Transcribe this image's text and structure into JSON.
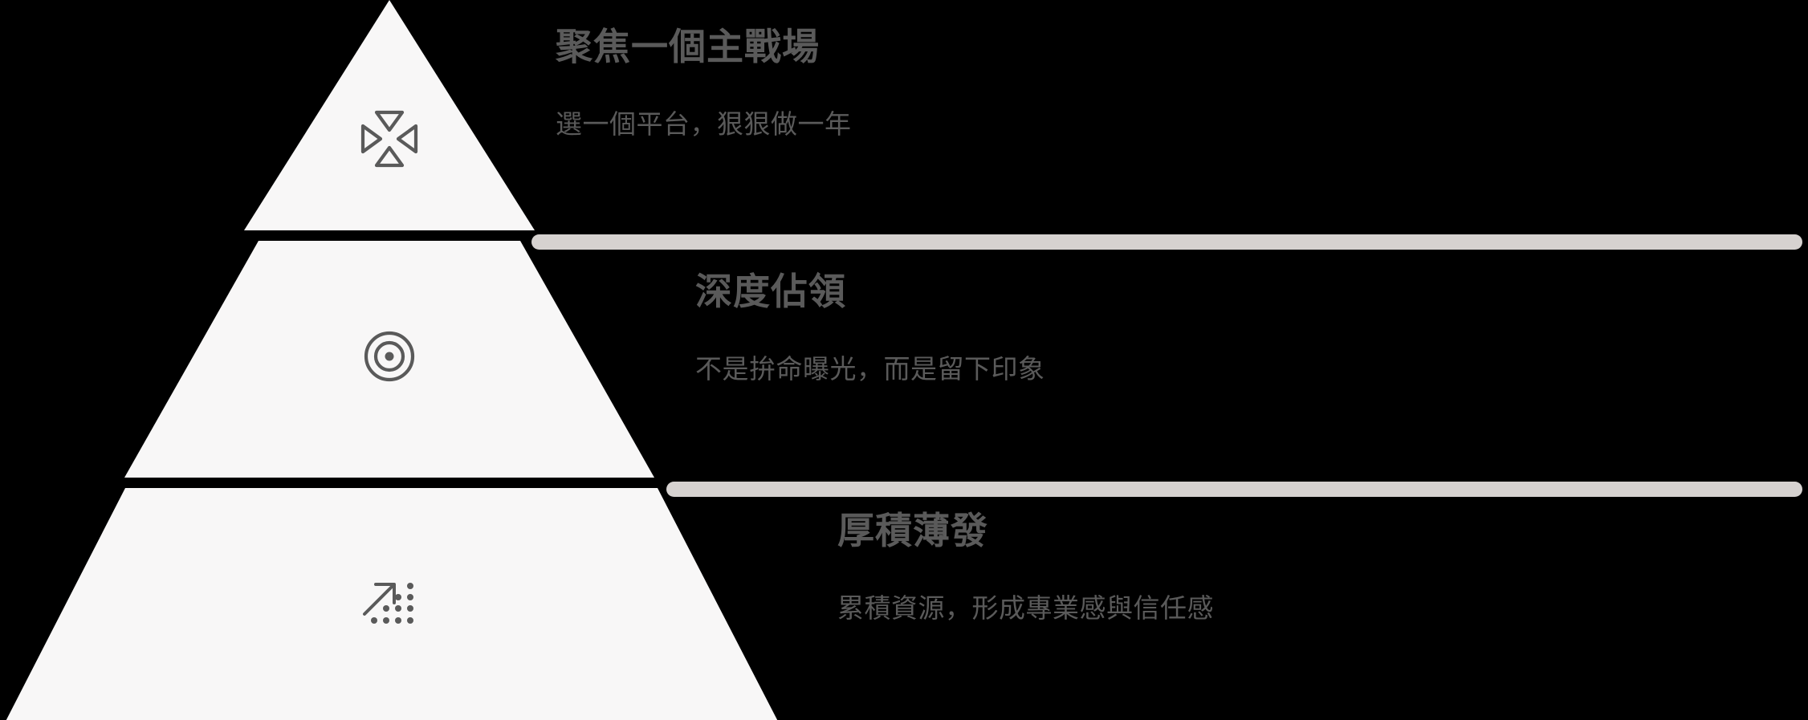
{
  "theme": {
    "background": "#000000",
    "pyramid_fill": "#f8f7f7",
    "text_color": "#5a5a5a",
    "divider_color": "#d6d2d0",
    "icon_color": "#5a5a5a"
  },
  "tiers": [
    {
      "level": 1,
      "position": "top",
      "icon": "converge-arrows-icon",
      "title": "聚焦一個主戰場",
      "subtitle": "選一個平台，狠狠做一年"
    },
    {
      "level": 2,
      "position": "middle",
      "icon": "target-bullseye-icon",
      "title": "深度佔領",
      "subtitle": "不是拚命曝光，而是留下印象"
    },
    {
      "level": 3,
      "position": "bottom",
      "icon": "growth-arrow-dots-icon",
      "title": "厚積薄發",
      "subtitle": "累積資源，形成專業感與信任感"
    }
  ]
}
